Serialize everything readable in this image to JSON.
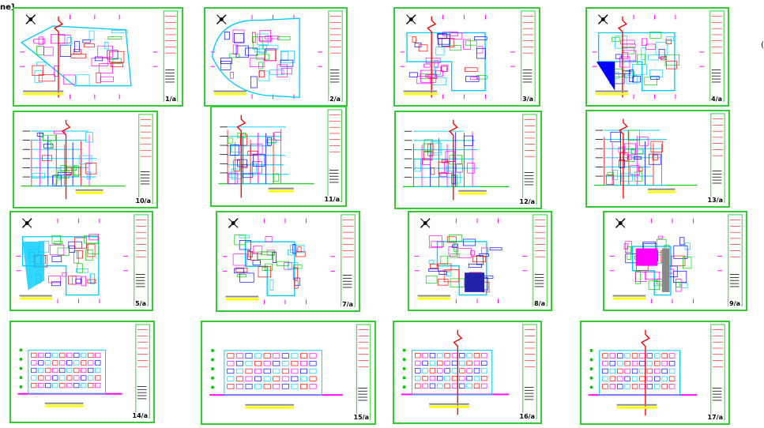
{
  "window": {
    "corner_label": "ne]",
    "edge_mark": "("
  },
  "sheets": [
    {
      "id": "plan-site-1",
      "num": "1/a",
      "kind": "plan",
      "shape": "triangle"
    },
    {
      "id": "plan-site-2",
      "num": "2/a",
      "kind": "plan",
      "shape": "curve"
    },
    {
      "id": "plan-floor-3",
      "num": "3/a",
      "kind": "plan",
      "shape": "ell"
    },
    {
      "id": "plan-floor-4",
      "num": "4/a",
      "kind": "plan",
      "shape": "ell-blue"
    },
    {
      "id": "section-1",
      "num": "10/a",
      "kind": "section"
    },
    {
      "id": "section-2",
      "num": "11/a",
      "kind": "section"
    },
    {
      "id": "section-3",
      "num": "12/a",
      "kind": "section"
    },
    {
      "id": "section-4",
      "num": "13/a",
      "kind": "section"
    },
    {
      "id": "plan-floor-5",
      "num": "5/a",
      "kind": "plan",
      "shape": "ell-left"
    },
    {
      "id": "plan-floor-6",
      "num": "7/a",
      "kind": "plan",
      "shape": "small"
    },
    {
      "id": "plan-floor-7",
      "num": "8/a",
      "kind": "plan",
      "shape": "small-blue"
    },
    {
      "id": "plan-roof",
      "num": "9/a",
      "kind": "plan",
      "shape": "roof"
    },
    {
      "id": "elevation-1",
      "num": "14/a",
      "kind": "elevation"
    },
    {
      "id": "elevation-2",
      "num": "15/a",
      "kind": "elevation"
    },
    {
      "id": "elevation-3",
      "num": "16/a",
      "kind": "elevation"
    },
    {
      "id": "elevation-4",
      "num": "17/a",
      "kind": "elevation"
    }
  ],
  "colors": {
    "frame": "#33cc33",
    "cyan": "#00ccff",
    "magenta": "#ff00ff",
    "red": "#ff0000",
    "blue": "#0000ff",
    "yellow": "#ffff00",
    "green": "#00cc00",
    "grey": "#888888"
  }
}
